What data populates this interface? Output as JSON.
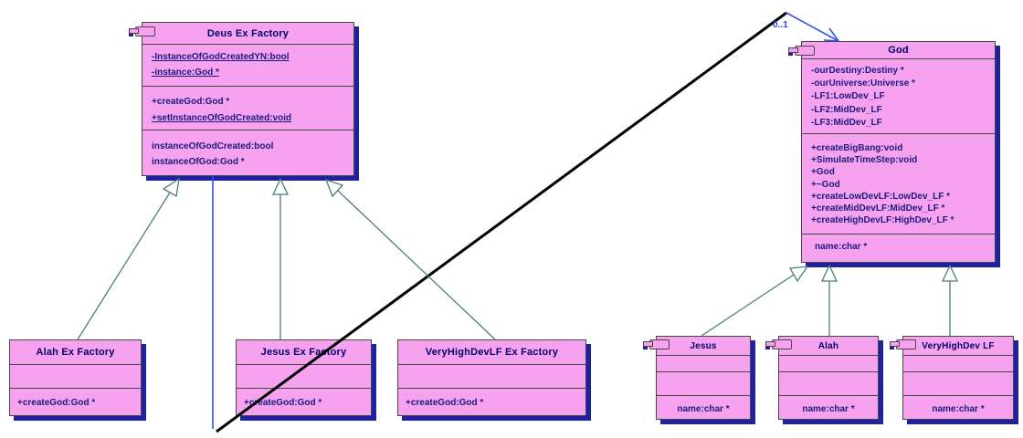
{
  "diagram_title": "Deus Ex Factory / God UML class diagram",
  "colors": {
    "class_fill": "#F7A2EE",
    "class_border": "#474747",
    "class_shadow": "#1F20A2",
    "title_text": "#00006E",
    "member_text": "#1A1A80",
    "generalization_line": "#4C7D7D",
    "association_line": "#3350E8",
    "association_segment_black": "#000000",
    "background": "#FFFFFF"
  },
  "icons": {
    "class_icon": "uml-class-icon"
  },
  "classes": {
    "deus": {
      "title": "Deus Ex Factory",
      "attributes": [
        "-InstanceOfGodCreatedYN:bool",
        "-instance:God *"
      ],
      "methods": [
        "+createGod:God *",
        "+setInstanceOfGodCreated:void"
      ],
      "properties": [
        "instanceOfGodCreated:bool",
        "instanceOfGod:God *"
      ]
    },
    "god": {
      "title": "God",
      "attributes": [
        "-ourDestiny:Destiny *",
        "-ourUniverse:Universe *",
        "-LF1:LowDev_LF",
        "-LF2:MidDev_LF",
        "-LF3:MidDev_LF"
      ],
      "methods": [
        "+createBigBang:void",
        "+SimulateTimeStep:void",
        "+God",
        "+~God",
        "+createLowDevLF:LowDev_LF *",
        "+createMidDevLF:MidDev_LF *",
        "+createHighDevLF:HighDev_LF *"
      ],
      "extra": "name:char *"
    },
    "alah_factory": {
      "title": "Alah Ex Factory",
      "method": "+createGod:God *"
    },
    "jesus_factory": {
      "title": "Jesus Ex Factory",
      "method": "+createGod:God *"
    },
    "vhd_factory": {
      "title": "VeryHighDevLF Ex Factory",
      "method": "+createGod:God *"
    },
    "jesus": {
      "title": "Jesus",
      "extra": "name:char *"
    },
    "alah": {
      "title": "Alah",
      "extra": "name:char *"
    },
    "vhd": {
      "title": "VeryHighDev LF",
      "extra": "name:char *"
    }
  },
  "relationships": {
    "generalizations": [
      {
        "from": "Alah Ex Factory",
        "to": "Deus Ex Factory"
      },
      {
        "from": "Jesus Ex Factory",
        "to": "Deus Ex Factory"
      },
      {
        "from": "VeryHighDevLF Ex Factory",
        "to": "Deus Ex Factory"
      },
      {
        "from": "Jesus",
        "to": "God"
      },
      {
        "from": "Alah",
        "to": "God"
      },
      {
        "from": "VeryHighDev LF",
        "to": "God"
      }
    ],
    "association": {
      "from": "Deus Ex Factory",
      "to": "God",
      "multiplicity": "0..1"
    }
  }
}
